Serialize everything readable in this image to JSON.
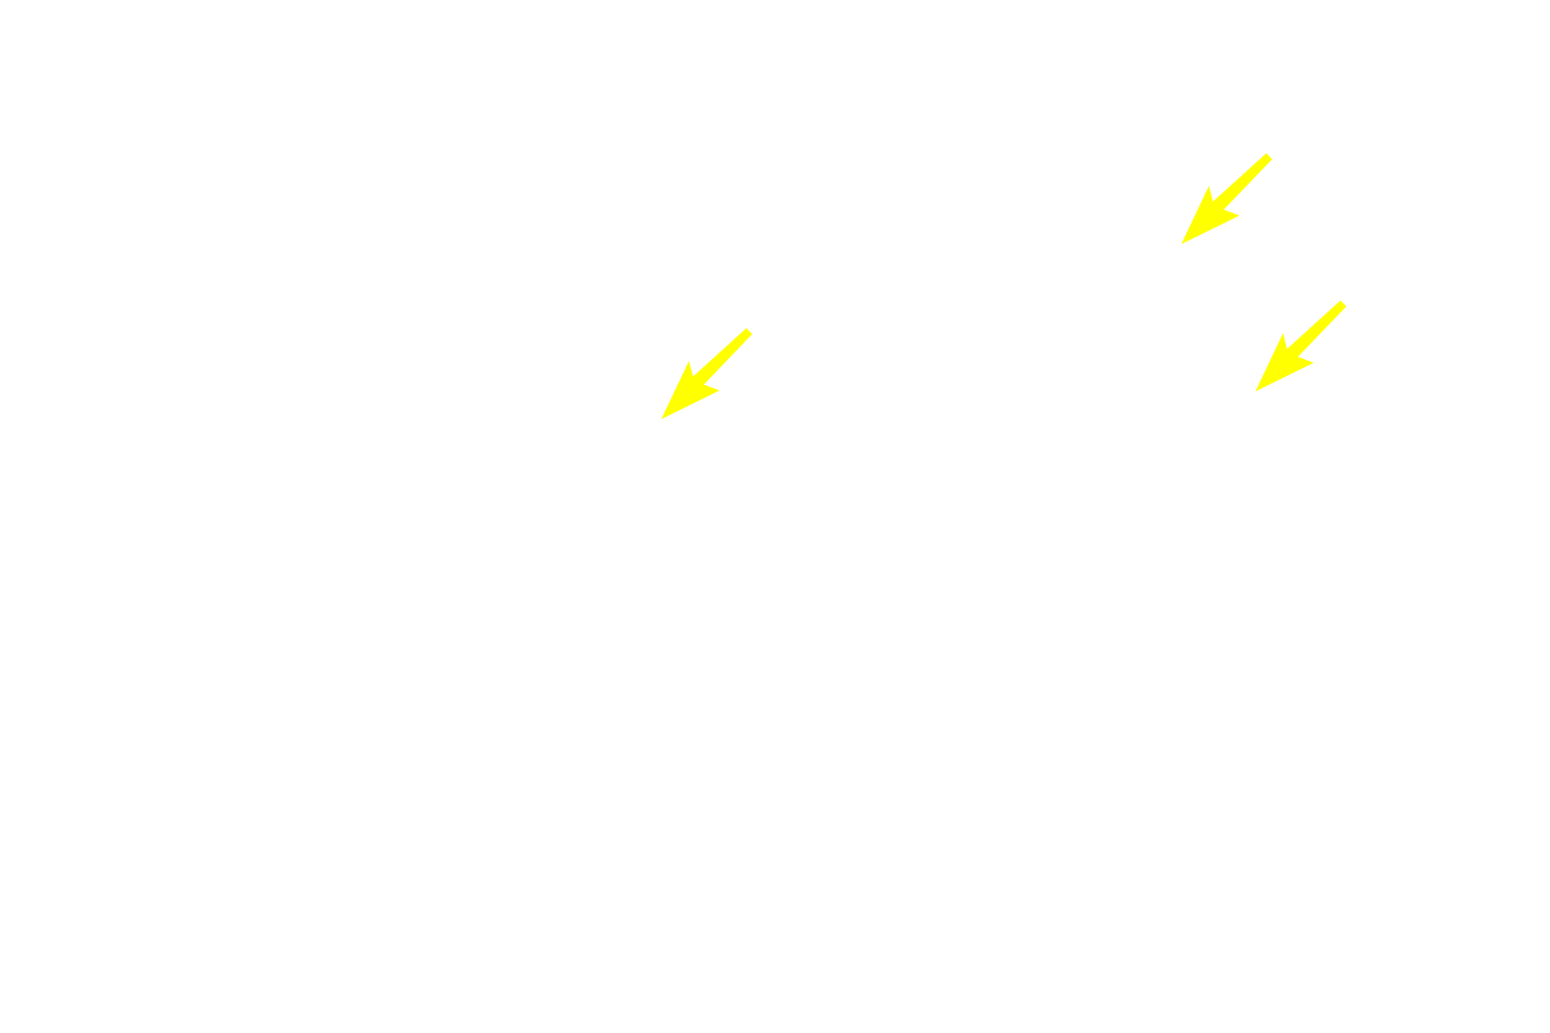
{
  "background_color": "#ffffff",
  "annotations": {
    "arrow_color": "#ffff00",
    "arrows": [
      {
        "icon": "arrow-down-left",
        "direction": "down-left"
      },
      {
        "icon": "arrow-down-left",
        "direction": "down-left"
      },
      {
        "icon": "arrow-down-left",
        "direction": "down-left"
      }
    ]
  }
}
